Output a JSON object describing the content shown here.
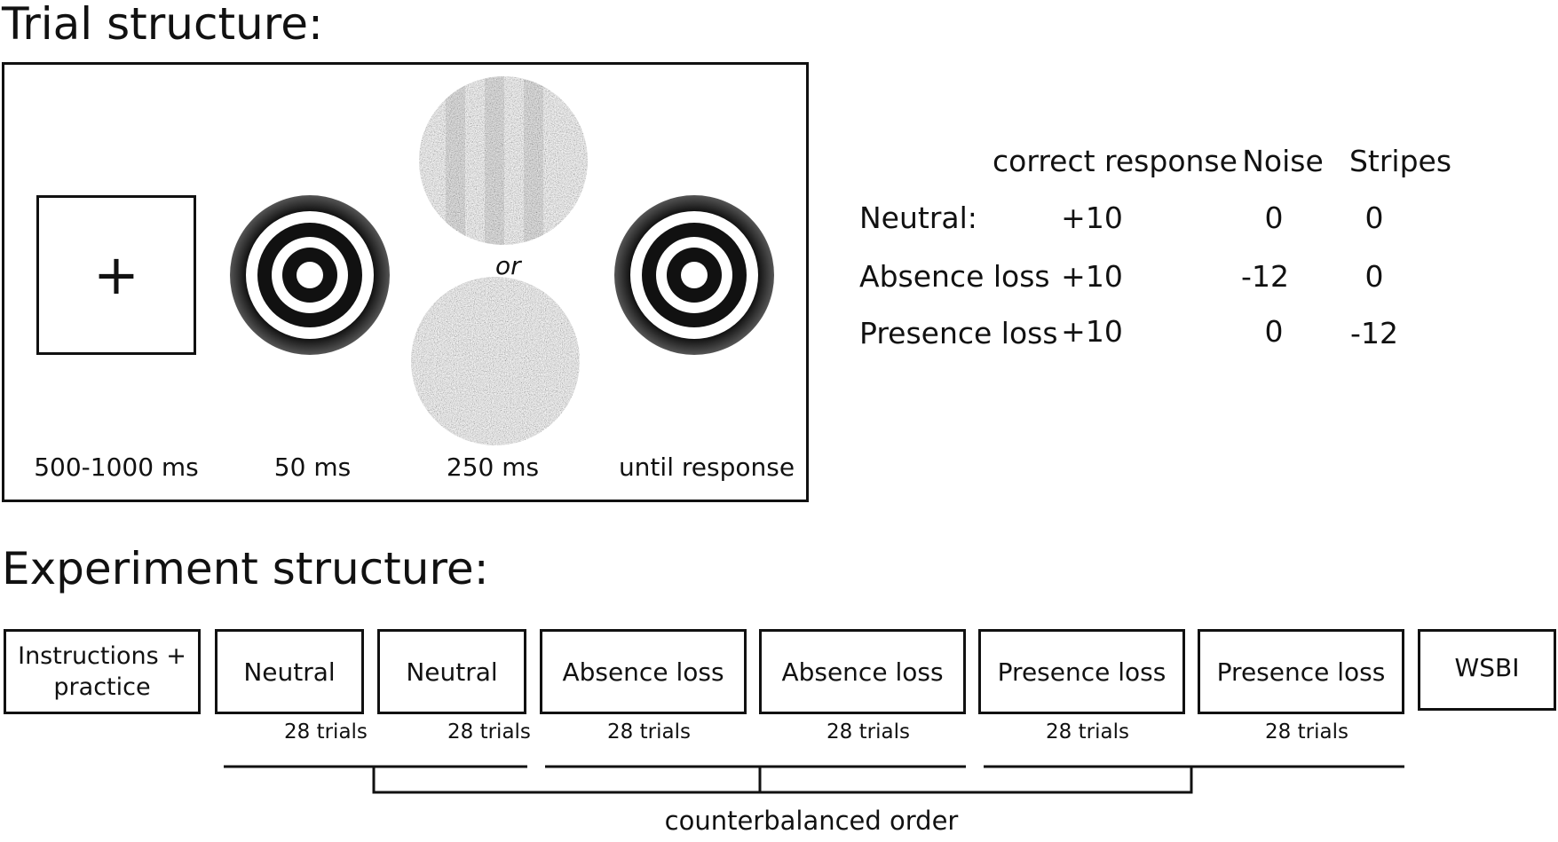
{
  "trial_section": {
    "heading": "Trial structure:",
    "fixation_symbol": "+",
    "stimulus_alternative": "or",
    "durations": [
      "500-1000 ms",
      "50 ms",
      "250 ms",
      "until response"
    ]
  },
  "payoff_table": {
    "headers": [
      "correct response",
      "Noise",
      "Stripes"
    ],
    "rows": [
      {
        "label": "Neutral:",
        "correct": "+10",
        "noise": "0",
        "stripes": "0"
      },
      {
        "label": "Absence loss",
        "correct": "+10",
        "noise": "-12",
        "stripes": "0"
      },
      {
        "label": "Presence loss",
        "correct": "+10",
        "noise": "0",
        "stripes": "-12"
      }
    ]
  },
  "experiment_section": {
    "heading": "Experiment structure:",
    "blocks": [
      {
        "label": "Instructions + practice",
        "trials": ""
      },
      {
        "label": "Neutral",
        "trials": "28 trials"
      },
      {
        "label": "Neutral",
        "trials": "28 trials"
      },
      {
        "label": "Absence loss",
        "trials": "28 trials"
      },
      {
        "label": "Absence loss",
        "trials": "28 trials"
      },
      {
        "label": "Presence loss",
        "trials": "28 trials"
      },
      {
        "label": "Presence loss",
        "trials": "28 trials"
      },
      {
        "label": "WSBI",
        "trials": ""
      }
    ],
    "order_note": "counterbalanced order"
  }
}
